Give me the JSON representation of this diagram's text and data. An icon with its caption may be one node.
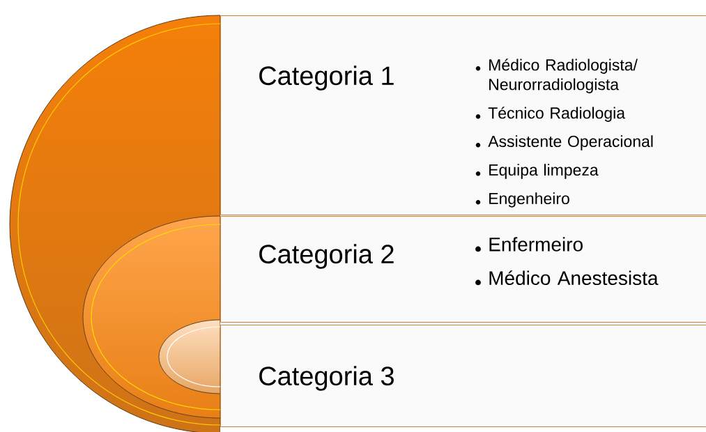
{
  "diagram": {
    "nodes": [
      {
        "text": [
          "Categoria 1",
          "Médico Radiologista/ Neurorradiologista",
          "Técnico Radiologia",
          "Assistente Operacional",
          "Equipa limpeza",
          "Engenheiro"
        ]
      },
      {
        "text": [
          "Categoria 2",
          "Enfermeiro",
          "Médico Anestesista"
        ]
      },
      {
        "text": [
          "Categoria 3"
        ]
      }
    ]
  }
}
